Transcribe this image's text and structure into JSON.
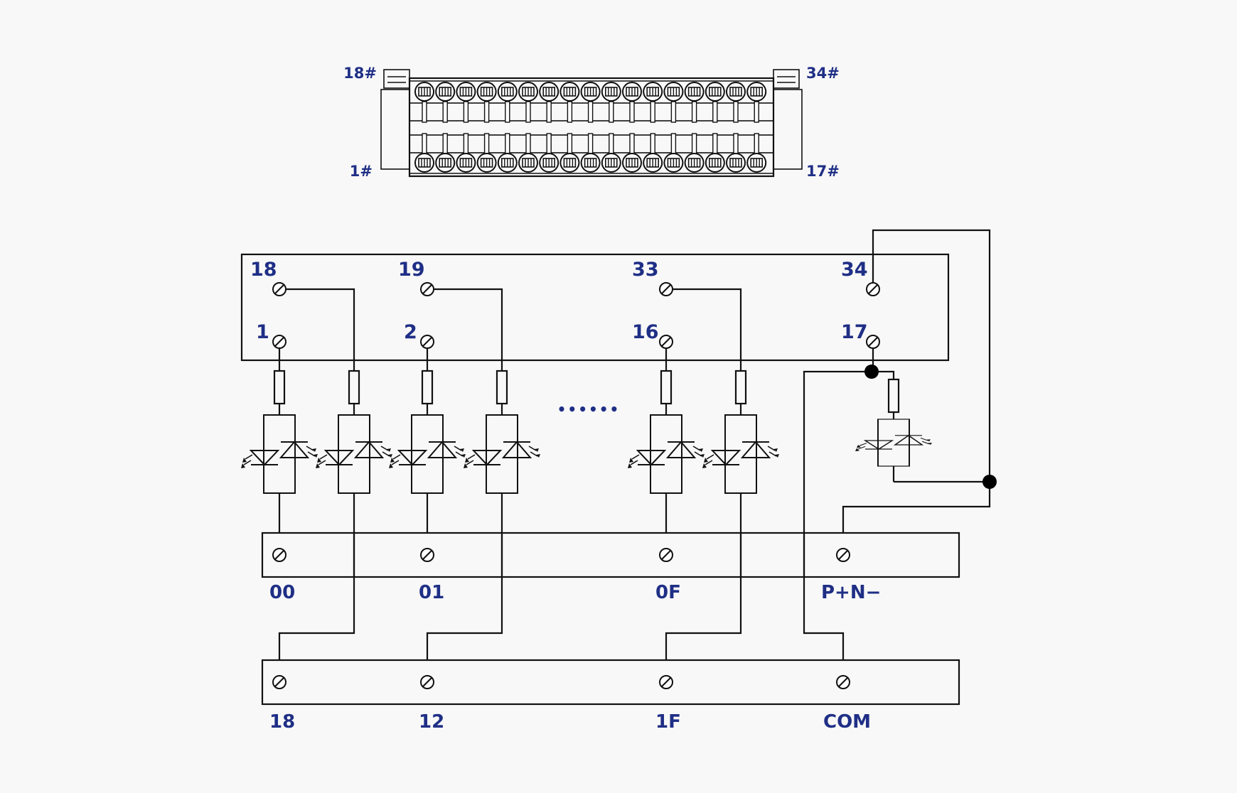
{
  "connector": {
    "label_top_left": "18#",
    "label_bottom_left": "1#",
    "label_top_right": "34#",
    "label_bottom_right": "17#",
    "slot_count": 17
  },
  "channels": [
    {
      "upper_pin": "18",
      "lower_pin": "1",
      "out_top": "00",
      "out_bottom": "18"
    },
    {
      "upper_pin": "19",
      "lower_pin": "2",
      "out_top": "01",
      "out_bottom": "12"
    },
    {
      "upper_pin": "33",
      "lower_pin": "16",
      "out_top": "0F",
      "out_bottom": "1F"
    },
    {
      "upper_pin": "34",
      "lower_pin": "17",
      "out_top": "P+N−",
      "out_bottom": "COM"
    }
  ],
  "ellipsis": "••••••",
  "colors": {
    "label": "#1f2f86",
    "line": "#111111",
    "background": "#f8f8f8"
  }
}
